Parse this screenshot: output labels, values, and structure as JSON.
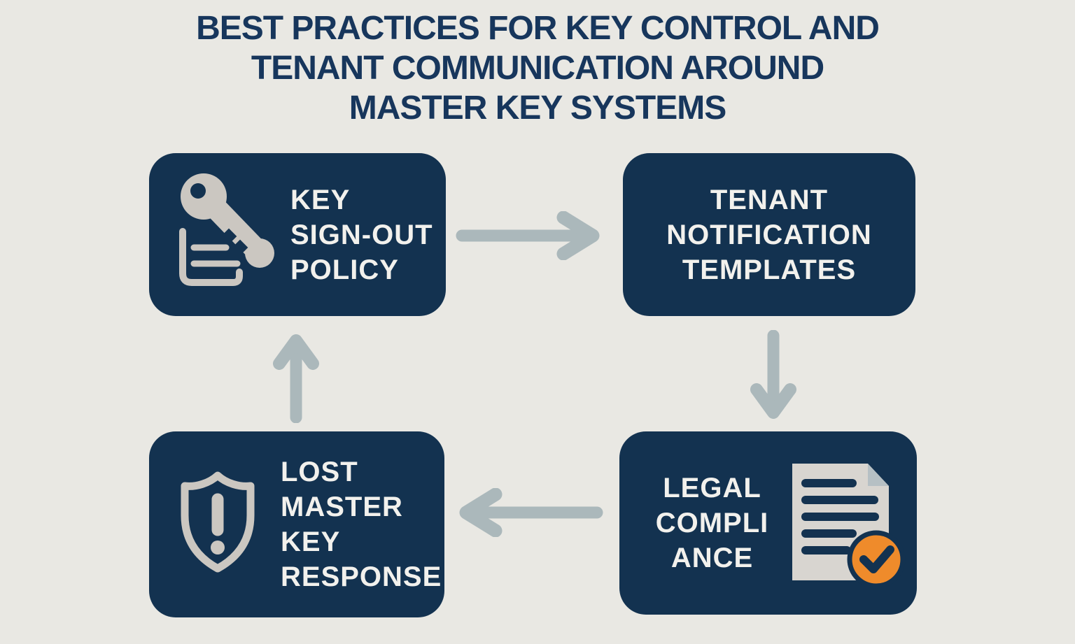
{
  "title": {
    "lines": [
      "BEST PRACTICES FOR KEY CONTROL AND",
      "TENANT COMMUNICATION AROUND",
      "MASTER KEY SYSTEMS"
    ]
  },
  "boxes": [
    {
      "id": "key-sign-out-policy",
      "icon": "key-document-icon",
      "lines": [
        "KEY",
        "SIGN-OUT",
        "POLICY"
      ]
    },
    {
      "id": "tenant-notification-templates",
      "icon": null,
      "lines": [
        "TENANT",
        "NOTIFICATION",
        "TEMPLATES"
      ]
    },
    {
      "id": "legal-compliance",
      "icon": "document-check-icon",
      "lines": [
        "LEGAL",
        "COMPLI",
        "ANCE"
      ]
    },
    {
      "id": "lost-master-key-response",
      "icon": "shield-alert-icon",
      "lines": [
        "LOST",
        "MASTER",
        "KEY",
        "RESPONSE"
      ]
    }
  ],
  "arrows": [
    {
      "from": "key-sign-out-policy",
      "to": "tenant-notification-templates",
      "direction": "right"
    },
    {
      "from": "tenant-notification-templates",
      "to": "legal-compliance",
      "direction": "down"
    },
    {
      "from": "legal-compliance",
      "to": "lost-master-key-response",
      "direction": "left"
    },
    {
      "from": "lost-master-key-response",
      "to": "key-sign-out-policy",
      "direction": "up"
    }
  ],
  "colors": {
    "background": "#e9e8e3",
    "box_navy": "#133250",
    "title_navy": "#17365c",
    "box_text": "#f2f1ed",
    "arrow_gray": "#abb8bb",
    "icon_gray": "#cbc7c1",
    "document_page": "#d8d5d0",
    "document_fold": "#b6c0c4",
    "check_orange": "#ef8b2b"
  }
}
